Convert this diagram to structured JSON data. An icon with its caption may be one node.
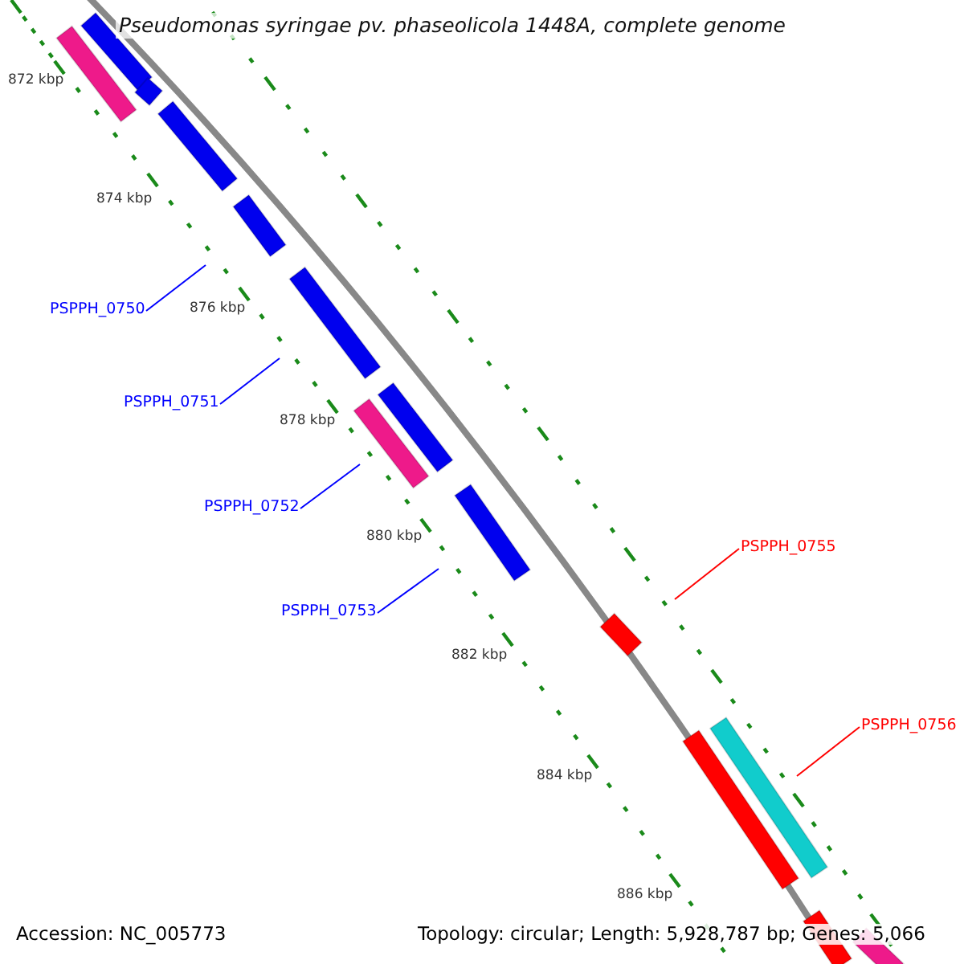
{
  "diagram": {
    "title": "Pseudomonas syringae pv. phaseolicola 1448A, complete genome",
    "nodes": [
      {
        "text": [
          "PSPPH_0750"
        ]
      },
      {
        "text": [
          "PSPPH_0751"
        ]
      },
      {
        "text": [
          "PSPPH_0752"
        ]
      },
      {
        "text": [
          "PSPPH_0753"
        ]
      },
      {
        "text": [
          "PSPPH_0755"
        ]
      },
      {
        "text": [
          "PSPPH_0756"
        ]
      }
    ],
    "edges": [
      {
        "from": 0,
        "to": null,
        "arrow": "none"
      },
      {
        "from": 1,
        "to": null,
        "arrow": "none"
      },
      {
        "from": 2,
        "to": null,
        "arrow": "none"
      },
      {
        "from": 3,
        "to": null,
        "arrow": "none"
      },
      {
        "from": 4,
        "to": null,
        "arrow": "none",
        "color": "#ff0000"
      },
      {
        "from": 5,
        "to": null,
        "arrow": "none",
        "color": "#ff0000"
      }
    ],
    "labels": [
      "872 kbp",
      "874 kbp",
      "876 kbp",
      "878 kbp",
      "880 kbp",
      "882 kbp",
      "884 kbp",
      "886 kbp",
      "Accession: NC_005773",
      "Topology: circular; Length: 5,928,787 bp; Genes: 5,066"
    ]
  }
}
